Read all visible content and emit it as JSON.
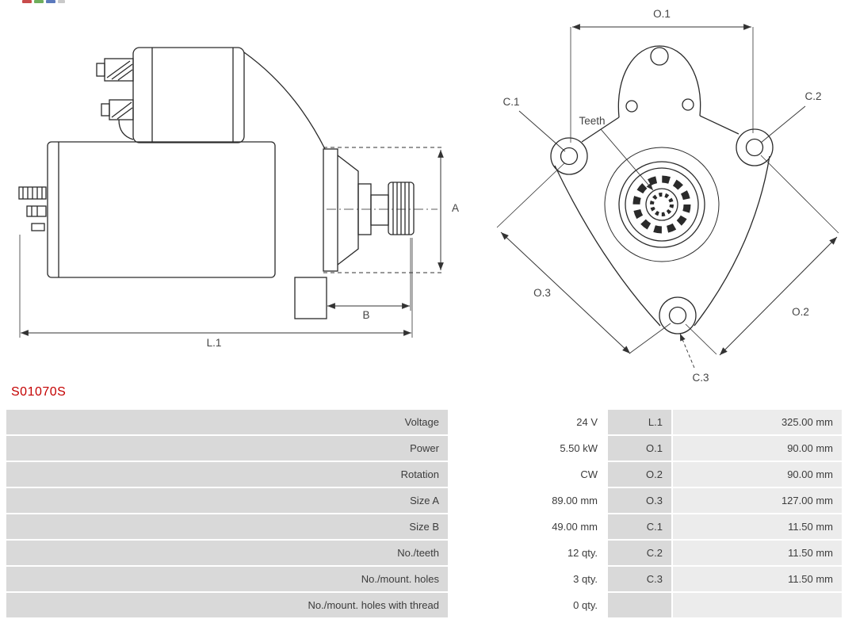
{
  "part_number": "S01070S",
  "accent_red": "#c40000",
  "diagram": {
    "labels": {
      "o1": "O.1",
      "o2": "O.2",
      "o3": "O.3",
      "c1": "C.1",
      "c2": "C.2",
      "c3": "C.3",
      "teeth": "Teeth",
      "a": "A",
      "b": "B",
      "l1": "L.1"
    }
  },
  "spec_table": {
    "rows": [
      {
        "label": "Voltage",
        "value": "24 V",
        "dim_label": "L.1",
        "dim_value": "325.00 mm"
      },
      {
        "label": "Power",
        "value": "5.50 kW",
        "dim_label": "O.1",
        "dim_value": "90.00 mm"
      },
      {
        "label": "Rotation",
        "value": "CW",
        "dim_label": "O.2",
        "dim_value": "90.00 mm"
      },
      {
        "label": "Size A",
        "value": "89.00 mm",
        "dim_label": "O.3",
        "dim_value": "127.00 mm"
      },
      {
        "label": "Size B",
        "value": "49.00 mm",
        "dim_label": "C.1",
        "dim_value": "11.50 mm"
      },
      {
        "label": "No./teeth",
        "value": "12 qty.",
        "dim_label": "C.2",
        "dim_value": "11.50 mm"
      },
      {
        "label": "No./mount. holes",
        "value": "3 qty.",
        "dim_label": "C.3",
        "dim_value": "11.50 mm"
      },
      {
        "label": "No./mount. holes with thread",
        "value": "0 qty.",
        "dim_label": "",
        "dim_value": ""
      }
    ]
  }
}
